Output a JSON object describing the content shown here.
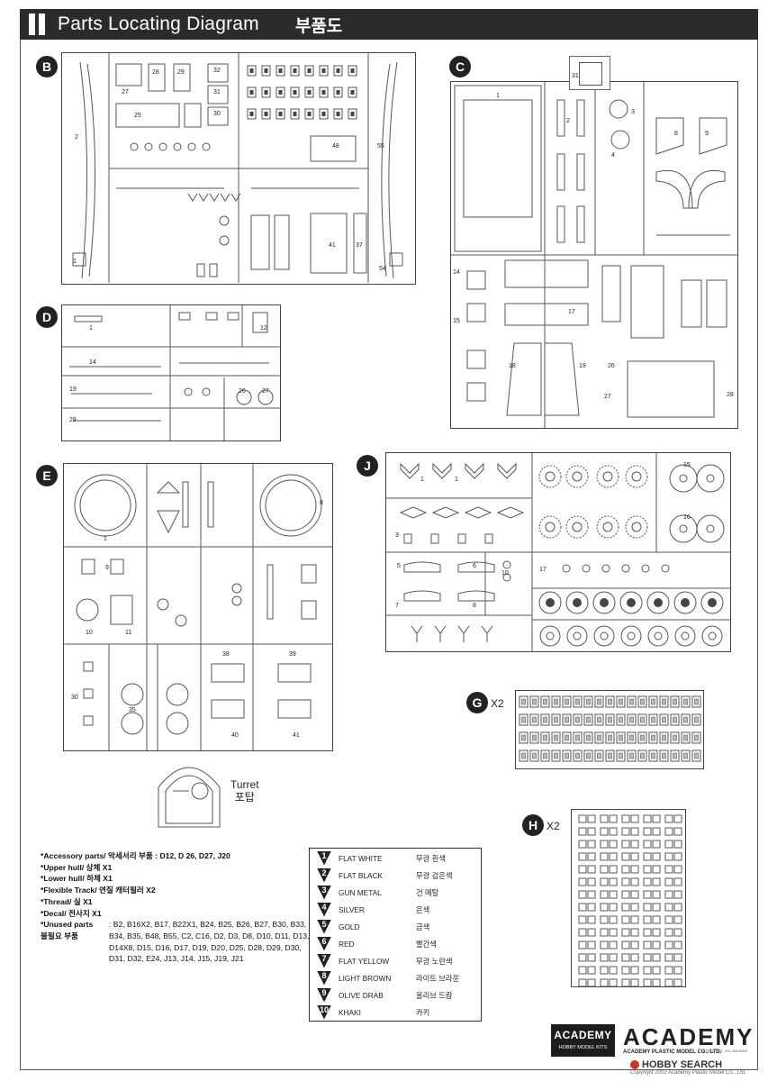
{
  "header": {
    "title": "Parts Locating Diagram",
    "title_ko": "부품도"
  },
  "sprues": {
    "B": {
      "letter": "B"
    },
    "C": {
      "letter": "C"
    },
    "D": {
      "letter": "D"
    },
    "E": {
      "letter": "E"
    },
    "J": {
      "letter": "J"
    },
    "G": {
      "letter": "G",
      "multiplier": "X2"
    },
    "H": {
      "letter": "H",
      "multiplier": "X2"
    }
  },
  "turret": {
    "label": "Turret",
    "label_ko": "포탑"
  },
  "notes": {
    "accessory": "*Accessory  parts/ 악세서리 부품  : D12, D 26, D27, J20",
    "upper_hull": "*Upper hull/ 상체 X1",
    "lower_hull": "*Lower hull/ 하체 X1",
    "track": "*Flexible Track/ 연질 캐터필러 X2",
    "thread": "*Thread/ 실 X1",
    "decal": "*Decal/ 전사지 X1",
    "unused_label": "*Unused parts",
    "unused_label_ko": "불필요 부품",
    "unused_list": ": B2, B16X2, B17, B22X1, B24, B25, B26, B27, B30, B33, B34, B35, B48, B55, C2, C16, D2, D3, D8, D10, D11, D13, D14X8, D15, D16, D17, D19, D20, D25, D28, D29, D30, D31, D32, E24, J13, J14, J15, J19, J21"
  },
  "colors": [
    {
      "num": "1",
      "en": "FLAT WHITE",
      "ko": "무광 흰색"
    },
    {
      "num": "2",
      "en": "FLAT BLACK",
      "ko": "무광 검은색"
    },
    {
      "num": "3",
      "en": "GUN METAL",
      "ko": "건 메탈"
    },
    {
      "num": "4",
      "en": "SILVER",
      "ko": "은색"
    },
    {
      "num": "5",
      "en": "GOLD",
      "ko": "금색"
    },
    {
      "num": "6",
      "en": "RED",
      "ko": "빨간색"
    },
    {
      "num": "7",
      "en": "FLAT YELLOW",
      "ko": "무광 노란색"
    },
    {
      "num": "8",
      "en": "LIGHT BROWN",
      "ko": "라이트 브라운"
    },
    {
      "num": "9",
      "en": "OLIVE DRAB",
      "ko": "올리브 드랍"
    },
    {
      "num": "10",
      "en": "KHAKI",
      "ko": "카키"
    }
  ],
  "logos": {
    "small_name": "ACADEMY",
    "small_sub": "HOBBY MODEL KITS",
    "big_name": "ACADEMY",
    "big_sub": "ACADEMY PLASTIC MODEL CO., LTD.",
    "contact": "고객상담문의 : 031-456-8000"
  },
  "watermark": {
    "brand": "HOBBY SEARCH",
    "copyright": "Copyright 2002 Academy Plastic Model Co., Ltd."
  }
}
